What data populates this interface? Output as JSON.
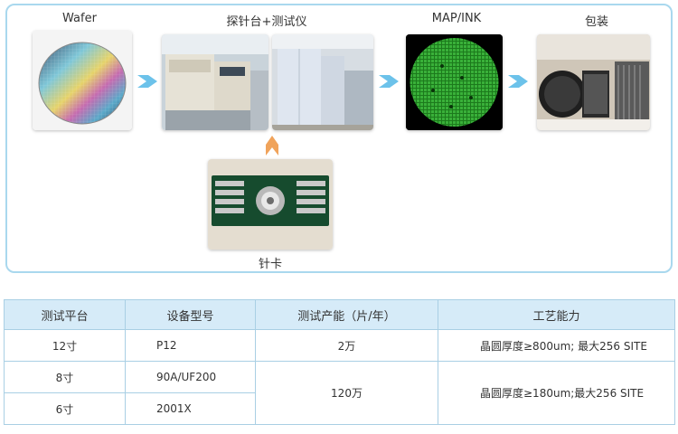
{
  "flow": {
    "stages": [
      {
        "label": "Wafer"
      },
      {
        "label": "探针台+测试仪"
      },
      {
        "label": "MAP/INK"
      },
      {
        "label": "包装"
      }
    ],
    "probe_card_label": "针卡"
  },
  "colors": {
    "accent_blue": "#6cc2ea",
    "arrow_orange": "#f0a35b",
    "panel_border": "#a9d8ee",
    "table_header_bg": "#d6ebf8",
    "table_border": "#a9cfe4"
  },
  "table": {
    "headers": [
      "测试平台",
      "设备型号",
      "测试产能（片/年）",
      "工艺能力"
    ],
    "rows": [
      {
        "platform": "12寸",
        "model": "P12"
      },
      {
        "platform": "8寸",
        "model": "90A/UF200"
      },
      {
        "platform": "6寸",
        "model": "2001X"
      }
    ],
    "capacity": [
      "2万",
      "120万"
    ],
    "capability": [
      "晶圆厚度≥800um; 最大256 SITE",
      "晶圆厚度≥180um;最大256 SITE"
    ]
  }
}
